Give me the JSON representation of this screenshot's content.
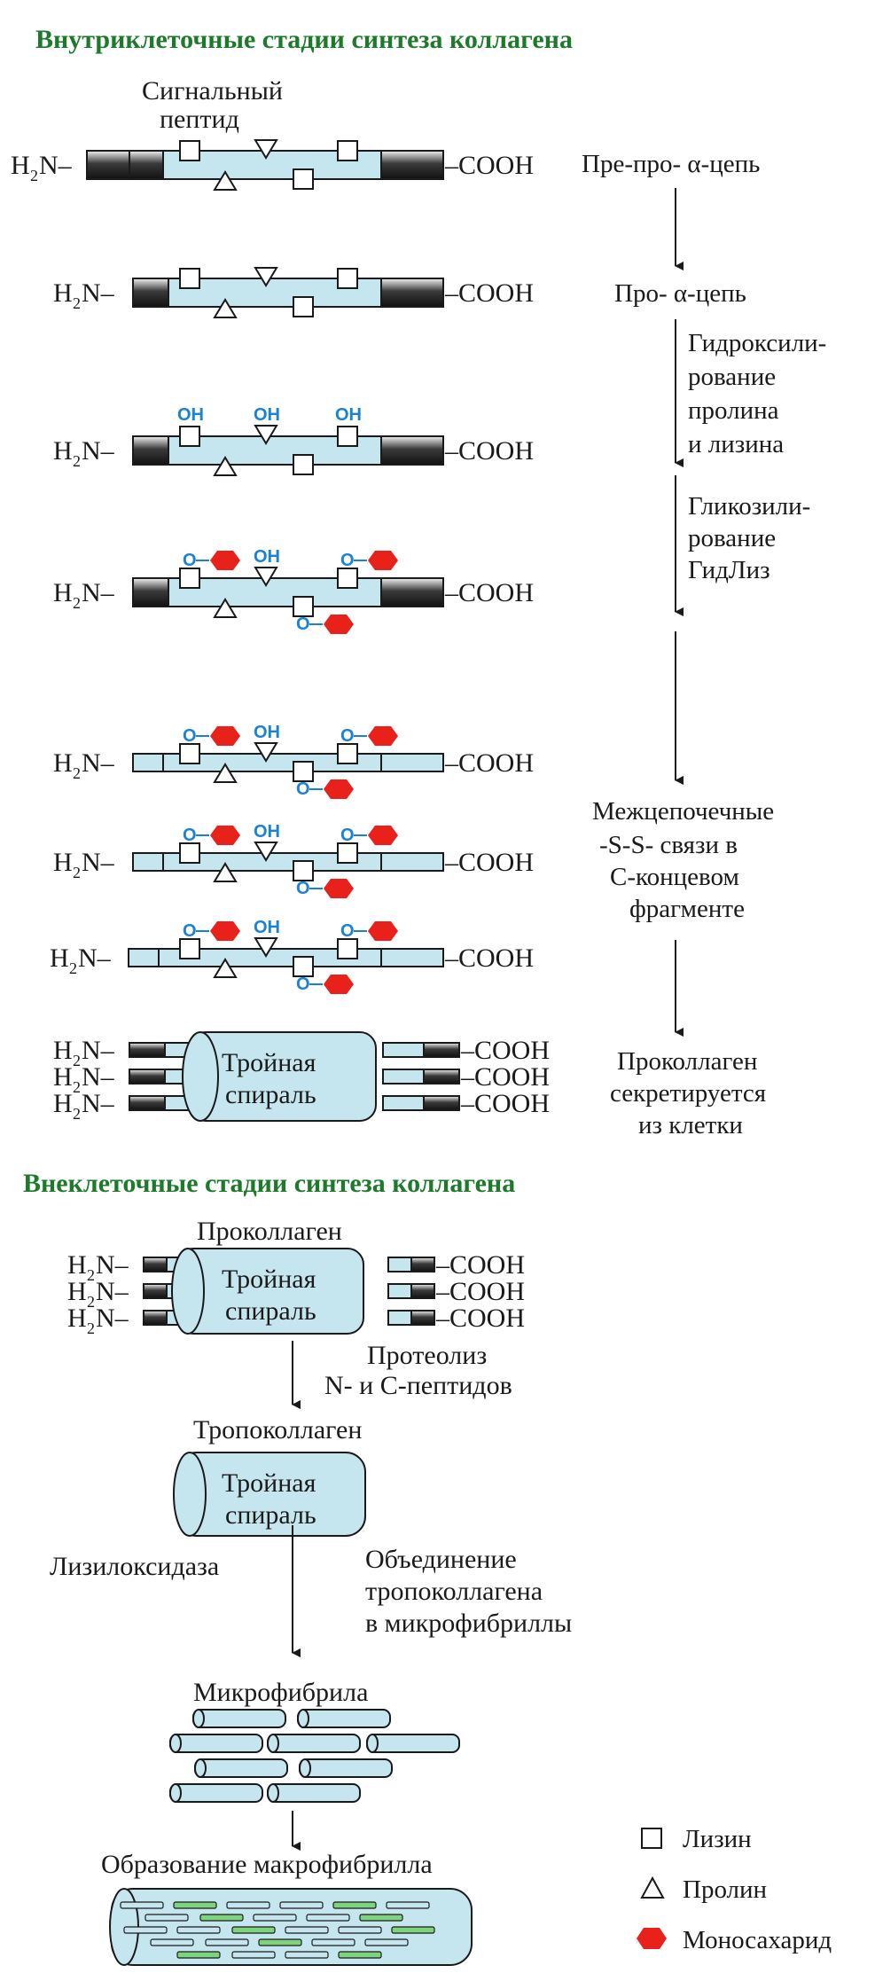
{
  "sections": {
    "intracellular_title": "Внутриклеточные стадии синтеза коллагена",
    "extracellular_title": "Внеклеточные стадии синтеза коллагена"
  },
  "labels": {
    "signal_peptide_1": "Сигнальный",
    "signal_peptide_2": "пептид",
    "h2n": "H₂N–",
    "h_main": "H",
    "n_main": "N",
    "two": "2",
    "cooh": "–COOH",
    "triple_helix_1": "Тройная",
    "triple_helix_2": "спираль",
    "oh": "OH",
    "o": "O"
  },
  "stages": [
    {
      "label_lines": [
        "Пре-про- α-цепь"
      ]
    },
    {
      "label_lines": [
        "Про- α-цепь"
      ]
    },
    {
      "label_lines": [
        "Гидроксили-",
        "рование",
        "пролина",
        "и лизина"
      ]
    },
    {
      "label_lines": [
        "Гликозили-",
        "рование",
        "ГидЛиз"
      ]
    },
    {
      "label_lines": [
        "Межцепочечные",
        "-S-S- связи в",
        "С-концевом",
        "фрагменте"
      ]
    },
    {
      "label_lines": [
        "Проколлаген",
        "секретируется",
        "из клетки"
      ]
    }
  ],
  "extracellular": {
    "procollagen": "Проколлаген",
    "proteolysis_1": "Протеолиз",
    "proteolysis_2": "N- и С-пептидов",
    "tropocollagen": "Тропоколлаген",
    "lysyl_oxidase": "Лизилоксидаза",
    "assembly_1": "Объединение",
    "assembly_2": "тропоколлагена",
    "assembly_3": "в микрофибриллы",
    "microfibril": "Микрофибрила",
    "macrofibril": "Образование макрофибрилла"
  },
  "legend": [
    {
      "label": "Лизин",
      "symbol": "square"
    },
    {
      "label": "Пролин",
      "symbol": "triangle"
    },
    {
      "label": "Моносахарид",
      "symbol": "hexagon"
    }
  ],
  "colors": {
    "title_green": "#1c7a2a",
    "chain_fill": "#c6e6ef",
    "hydroxyl_blue": "#1a82d0",
    "monosaccharide_red": "#e8221b"
  }
}
